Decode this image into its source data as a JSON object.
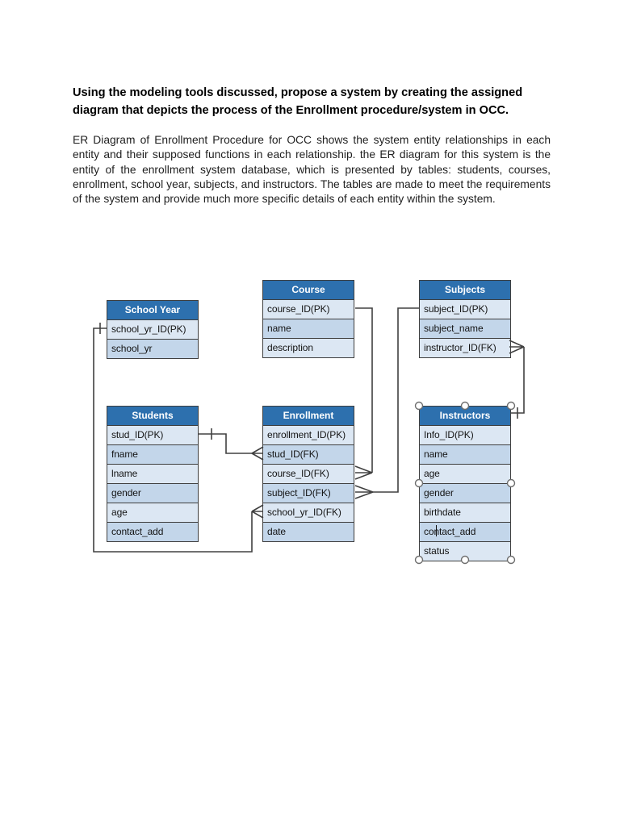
{
  "document": {
    "heading": "Using the modeling tools discussed, propose a system by creating the assigned diagram that depicts the process of the Enrollment procedure/system in OCC.",
    "paragraph": "ER Diagram of Enrollment Procedure for OCC shows the system entity relationships in each entity and their supposed functions in each relationship. the ER diagram for this system is the entity of the enrollment system database, which is presented by tables: students, courses, enrollment, school year, subjects, and instructors. The tables are made to meet the requirements of the system and provide much more specific details of each entity within the system."
  },
  "diagram": {
    "entities": [
      {
        "name": "School Year",
        "fields": [
          "school_yr_ID(PK)",
          "school_yr"
        ]
      },
      {
        "name": "Course",
        "fields": [
          "course_ID(PK)",
          "name",
          "description"
        ]
      },
      {
        "name": "Subjects",
        "fields": [
          "subject_ID(PK)",
          "subject_name",
          "instructor_ID(FK)"
        ]
      },
      {
        "name": "Students",
        "fields": [
          "stud_ID(PK)",
          "fname",
          "lname",
          "gender",
          "age",
          "contact_add"
        ]
      },
      {
        "name": "Enrollment",
        "fields": [
          "enrollment_ID(PK)",
          "stud_ID(FK)",
          "course_ID(FK)",
          "subject_ID(FK)",
          "school_yr_ID(FK)",
          "date"
        ]
      },
      {
        "name": "Instructors",
        "fields": [
          "Info_ID(PK)",
          "name",
          "age",
          "gender",
          "birthdate",
          "contact_add",
          "status"
        ]
      }
    ],
    "relationships": [
      {
        "from": "School Year.school_yr_ID(PK)",
        "to": "Enrollment.school_yr_ID(FK)",
        "cardinality": "one-to-many"
      },
      {
        "from": "Students.stud_ID(PK)",
        "to": "Enrollment.stud_ID(FK)",
        "cardinality": "one-to-many"
      },
      {
        "from": "Course.course_ID(PK)",
        "to": "Enrollment.course_ID(FK)",
        "cardinality": "one-to-many"
      },
      {
        "from": "Subjects.subject_ID(PK)",
        "to": "Enrollment.subject_ID(FK)",
        "cardinality": "one-to-many"
      },
      {
        "from": "Instructors",
        "to": "Subjects.instructor_ID(FK)",
        "cardinality": "one-to-many"
      }
    ],
    "selected_entity": "Instructors",
    "colors": {
      "entity_header": "#2d70ae",
      "header_text": "#ffffff",
      "row_light": "#dce7f3",
      "row_dark": "#c3d6ea",
      "border": "#3f3f3f",
      "connector": "#404040"
    }
  }
}
